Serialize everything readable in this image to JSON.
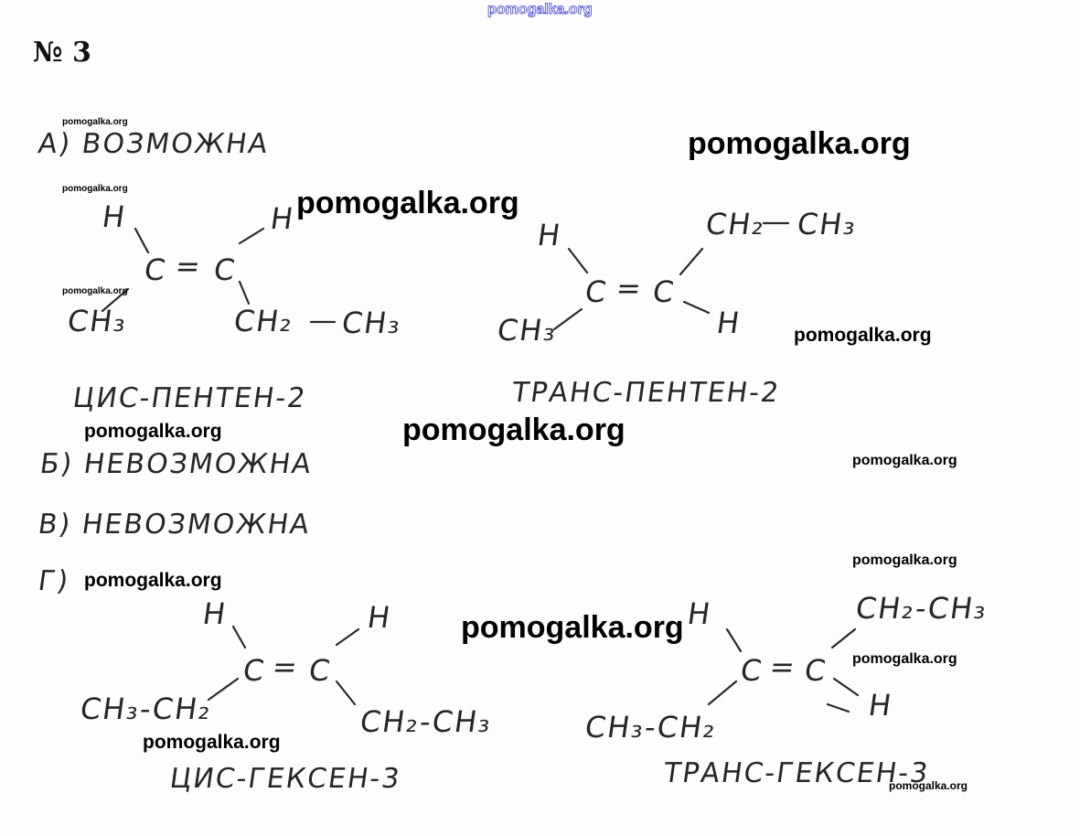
{
  "header": {
    "watermark_top": "pomogalka.org",
    "problem_number": "№ 3"
  },
  "answers": {
    "a": "А) ВОЗМОЖНА",
    "b": "Б) НЕВОЗМОЖНА",
    "v": "В) НЕВОЗМОЖНА",
    "g": "Г)"
  },
  "structures": {
    "cis_pentene": {
      "name": "ЦИС-ПЕНТЕН-2",
      "h1": "H",
      "h2": "H",
      "c1": "C",
      "c2": "C",
      "db": "=",
      "ch3": "CH₃",
      "ch2": "CH₂",
      "ch3b": "CH₃"
    },
    "trans_pentene": {
      "name": "ТРАНС-ПЕНТЕН-2",
      "h1": "H",
      "h2": "H",
      "c1": "C",
      "c2": "C",
      "db": "=",
      "ch3": "CH₃",
      "ch2": "CH₂",
      "ch3b": "CH₃"
    },
    "cis_hexene": {
      "name": "ЦИС-ГЕКСЕН-3",
      "h1": "H",
      "h2": "H",
      "c1": "C",
      "c2": "C",
      "db": "=",
      "left": "CH₃-CH₂",
      "right": "CH₂-CH₃"
    },
    "trans_hexene": {
      "name": "ТРАНС-ГЕКСЕН-3",
      "h1": "H",
      "h2": "H",
      "c1": "C",
      "c2": "C",
      "db": "=",
      "left": "CH₃-CH₂",
      "right": "CH₂-CH₃"
    }
  },
  "watermarks": [
    "pomogalka.org",
    "pomogalka.org",
    "pomogalka.org",
    "pomogalka.org",
    "pomogalka.org",
    "pomogalka.org",
    "pomogalka.org",
    "pomogalka.org",
    "pomogalka.org",
    "pomogalka.org",
    "pomogalka.org",
    "pomogalka.org",
    "pomogalka.org",
    "pomogalka.org",
    "pomogalka.org"
  ]
}
